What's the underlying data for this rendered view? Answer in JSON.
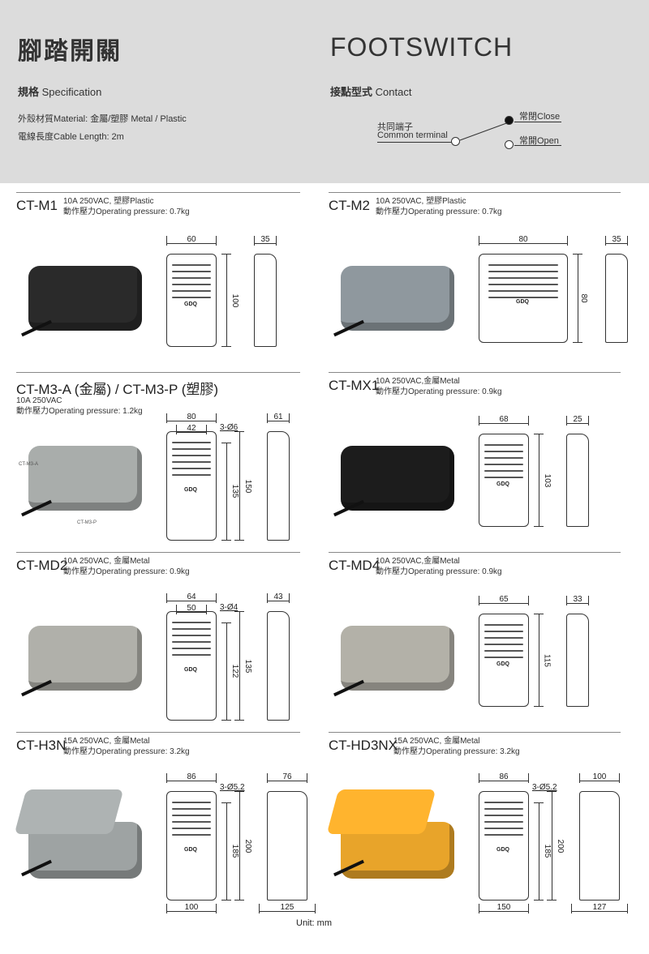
{
  "header": {
    "title_cn": "腳踏開關",
    "title_en": "FOOTSWITCH",
    "spec_heading_cn": "規格",
    "spec_heading_en": "Specification",
    "material": "外殼材質Material: 金屬/塑膠 Metal / Plastic",
    "cable": "電線長度Cable Length: 2m",
    "contact_heading_cn": "接點型式",
    "contact_heading_en": "Contact",
    "common_cn": "共同端子",
    "common_en": "Common terminal",
    "close": "常閉Close",
    "open": "常開Open"
  },
  "logo_text": "GDQ",
  "products": [
    {
      "model": "CT-M1",
      "spec1": "10A 250VAC, 塑膠Plastic",
      "spec2": "動作壓力Operating pressure: 0.7kg",
      "color": "#2a2a2a",
      "top": [
        "60"
      ],
      "right": [
        "100"
      ],
      "side": "35",
      "hole": "",
      "bottom": [],
      "side_bottom": ""
    },
    {
      "model": "CT-M2",
      "spec1": "10A 250VAC, 塑膠Plastic",
      "spec2": "動作壓力Operating pressure: 0.7kg",
      "color": "#8f989e",
      "top": [
        "80"
      ],
      "right": [
        "80"
      ],
      "side": "35",
      "hole": "",
      "bottom": [],
      "side_bottom": ""
    },
    {
      "model": "CT-M3-A (金屬) / CT-M3-P (塑膠)",
      "spec1": "10A 250VAC",
      "spec2": "動作壓力Operating pressure: 1.2kg",
      "color": "#a9adab",
      "top": [
        "80",
        "42"
      ],
      "right": [
        "135",
        "150"
      ],
      "side": "61",
      "hole": "3-Ø6",
      "bottom": [],
      "side_bottom": "",
      "photo_labels": [
        "CT-M3-A",
        "CT-M3-P"
      ]
    },
    {
      "model": "CT-MX1",
      "spec1": "10A 250VAC,金屬Metal",
      "spec2": "動作壓力Operating pressure: 0.9kg",
      "color": "#1c1c1c",
      "top": [
        "68"
      ],
      "right": [
        "103"
      ],
      "side": "25",
      "hole": "",
      "bottom": [],
      "side_bottom": ""
    },
    {
      "model": "CT-MD2",
      "spec1": "10A 250VAC, 金屬Metal",
      "spec2": "動作壓力Operating pressure: 0.9kg",
      "color": "#b0b0aa",
      "top": [
        "64",
        "50"
      ],
      "right": [
        "122",
        "135"
      ],
      "side": "43",
      "hole": "3-Ø4",
      "bottom": [],
      "side_bottom": ""
    },
    {
      "model": "CT-MD4",
      "spec1": "10A 250VAC,金屬Metal",
      "spec2": "動作壓力Operating pressure: 0.9kg",
      "color": "#b3b1a8",
      "top": [
        "65"
      ],
      "right": [
        "115"
      ],
      "side": "33",
      "hole": "",
      "bottom": [],
      "side_bottom": ""
    },
    {
      "model": "CT-H3N",
      "spec1": "15A 250VAC, 金屬Metal",
      "spec2": "動作壓力Operating pressure: 3.2kg",
      "color": "#9ea3a3",
      "top": [
        "86"
      ],
      "right": [
        "185",
        "200"
      ],
      "side": "76",
      "hole": "3-Ø5.2",
      "bottom": [
        "100"
      ],
      "side_bottom": "125"
    },
    {
      "model": "CT-HD3NX",
      "spec1": "15A 250VAC, 金屬Metal",
      "spec2": "動作壓力Operating pressure: 3.2kg",
      "color": "#e8a42a",
      "top": [
        "86"
      ],
      "right": [
        "185",
        "200"
      ],
      "side": "100",
      "hole": "3-Ø5.2",
      "bottom": [
        "150"
      ],
      "side_bottom": "127"
    }
  ],
  "unit": "Unit: mm"
}
